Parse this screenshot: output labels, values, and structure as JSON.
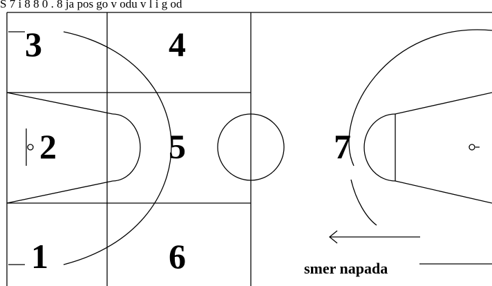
{
  "caption": "S 7 i 8 8 0 . 8 ja pos go v odu v l i g od",
  "zones": [
    "1",
    "2",
    "3",
    "4",
    "5",
    "6",
    "7"
  ],
  "direction_label": "smer napada",
  "colors": {
    "line": "#000000",
    "background": "#ffffff"
  }
}
